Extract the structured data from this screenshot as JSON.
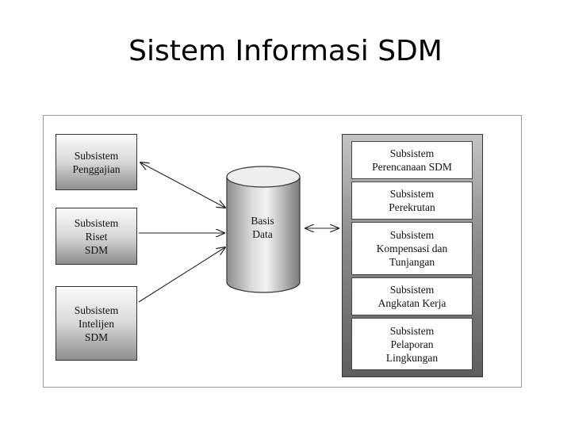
{
  "title": "Sistem Informasi SDM",
  "left_subsystems": [
    {
      "lines": [
        "Subsistem",
        "Penggajian"
      ]
    },
    {
      "lines": [
        "Subsistem",
        "Riset",
        "SDM"
      ]
    },
    {
      "lines": [
        "Subsistem",
        "Intelijen",
        "SDM"
      ]
    }
  ],
  "database": {
    "lines": [
      "Basis",
      "Data"
    ]
  },
  "right_subsystems": [
    {
      "lines": [
        "Subsistem",
        "Perencanaan SDM"
      ]
    },
    {
      "lines": [
        "Subsistem",
        "Perekrutan"
      ]
    },
    {
      "lines": [
        "Subsistem",
        "Kompensasi dan",
        "Tunjangan"
      ]
    },
    {
      "lines": [
        "Subsistem",
        "Angkatan Kerja"
      ]
    },
    {
      "lines": [
        "Subsistem",
        "Pelaporan",
        "Lingkungan"
      ]
    }
  ]
}
